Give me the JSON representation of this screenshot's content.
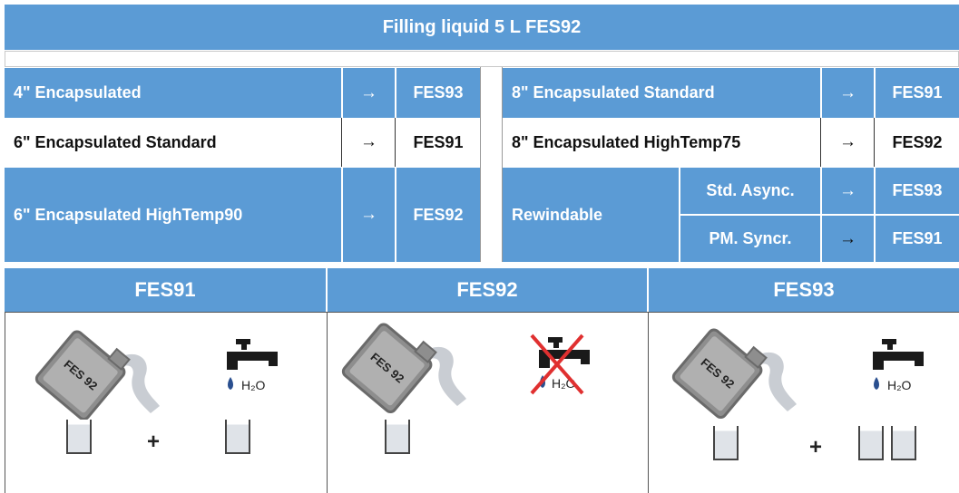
{
  "title": "Filling liquid  5 L FES92",
  "arrow": "→",
  "rows": [
    {
      "left_label": "4\" Encapsulated",
      "left_code": "FES93",
      "right_label": "8\" Encapsulated Standard",
      "right_code": "FES91"
    },
    {
      "left_label": "6\" Encapsulated Standard",
      "left_code": "FES91",
      "right_label": "8\" Encapsulated HighTemp75",
      "right_code": "FES92"
    },
    {
      "left_label": "6\" Encapsulated HighTemp90",
      "left_code": "FES92"
    }
  ],
  "rewindable": {
    "label": "Rewindable",
    "sub": [
      {
        "label": "Std. Async.",
        "code": "FES93"
      },
      {
        "label": "PM. Syncr.",
        "code": "FES91"
      }
    ]
  },
  "panels": [
    {
      "name": "FES91",
      "can_label": "FES 92",
      "water_label": "H₂O",
      "plus": "+"
    },
    {
      "name": "FES92",
      "can_label": "FES 92",
      "water_label": "H₂O"
    },
    {
      "name": "FES93",
      "can_label": "FES 92",
      "water_label": "H₂O",
      "plus": "+"
    }
  ],
  "colors": {
    "header_blue": "#5b9bd5",
    "can_grey": "#9a9a9a",
    "tap_black": "#1a1a1a",
    "drop_blue": "#2a4f8f",
    "cross_red": "#e03030"
  }
}
